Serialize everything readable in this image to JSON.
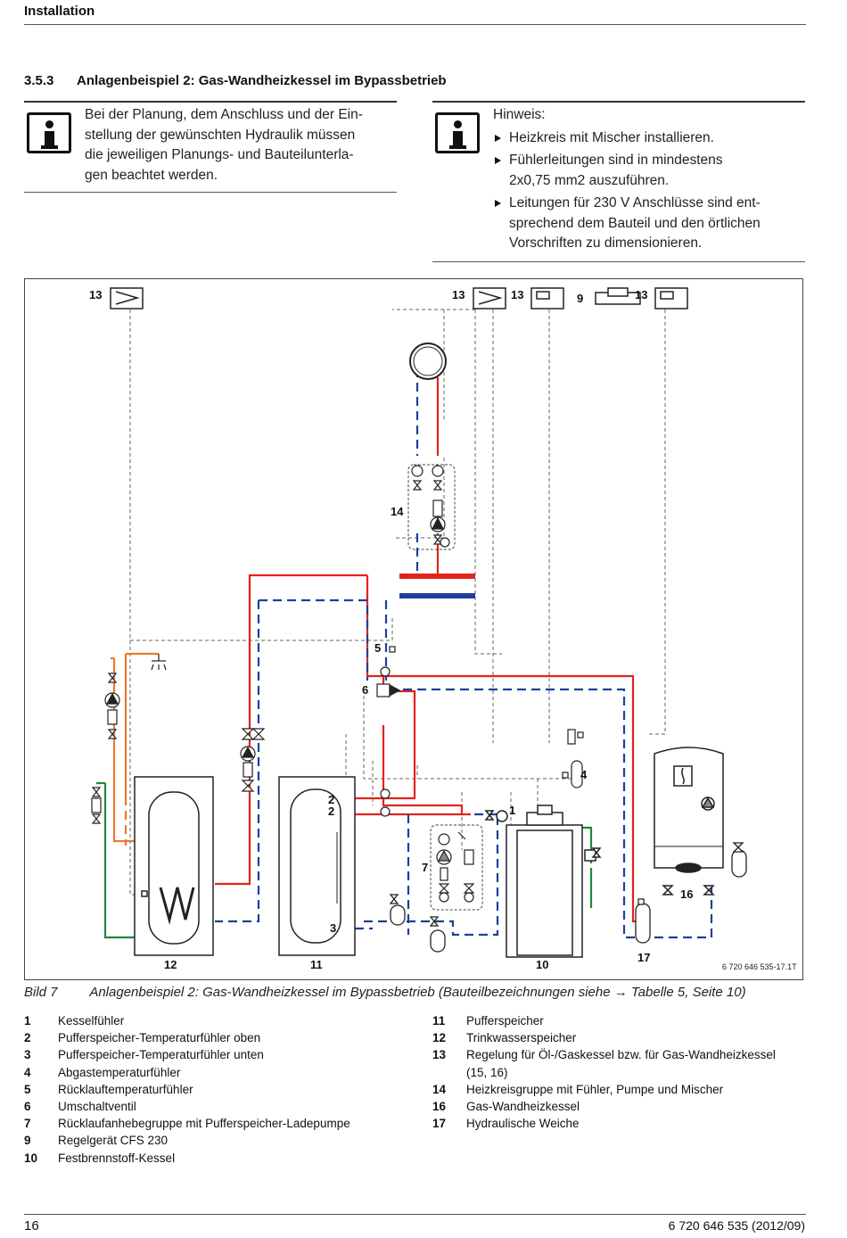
{
  "header": {
    "title": "Installation"
  },
  "section": {
    "number": "3.5.3",
    "title": "Anlagenbeispiel 2: Gas-Wandheizkessel im Bypassbetrieb"
  },
  "note_left": {
    "lines": [
      "Bei der Planung, dem Anschluss und der Ein-",
      "stellung der gewünschten Hydraulik müssen",
      "die jeweiligen Planungs- und Bauteilunterla-",
      "gen beachtet werden."
    ]
  },
  "note_right": {
    "heading": "Hinweis:",
    "bullets": [
      [
        "Heizkreis mit Mischer installieren."
      ],
      [
        "Fühlerleitungen sind in mindestens",
        "2x0,75 mm2 auszuführen."
      ],
      [
        "Leitungen für 230 V Anschlüsse sind ent-",
        "sprechend dem Bauteil und den örtlichen",
        "Vorschriften zu dimensionieren."
      ]
    ]
  },
  "diagram": {
    "labels": {
      "l13a": "13",
      "l13b": "13",
      "l13c": "13",
      "l9": "9",
      "l13d": "13",
      "l14": "14",
      "l5": "5",
      "l6": "6",
      "l4": "4",
      "l2a": "2",
      "l2b": "2",
      "l3": "3",
      "l7": "7",
      "l1": "1",
      "l16": "16",
      "l12": "12",
      "l11": "11",
      "l10": "10",
      "l17": "17"
    },
    "ref_code": "6 720 646 535-17.1T",
    "colors": {
      "flow": "#e3231b",
      "return": "#1e3f9c",
      "dhw_hot": "#e87a2a",
      "cold": "#1e8a3a",
      "signal": "#666666"
    }
  },
  "caption": {
    "label": "Bild 7",
    "text": "Anlagenbeispiel 2: Gas-Wandheizkessel im Bypassbetrieb (Bauteilbezeichnungen siehe → Tabelle  5, Seite 10)"
  },
  "legend_left": [
    {
      "num": "1",
      "text": "Kesselfühler"
    },
    {
      "num": "2",
      "text": "Pufferspeicher-Temperaturfühler oben"
    },
    {
      "num": "3",
      "text": "Pufferspeicher-Temperaturfühler unten"
    },
    {
      "num": "4",
      "text": "Abgastemperaturfühler"
    },
    {
      "num": "5",
      "text": "Rücklauftemperaturfühler"
    },
    {
      "num": "6",
      "text": "Umschaltventil"
    },
    {
      "num": "7",
      "text": "Rücklaufanhebegruppe mit Pufferspeicher-Ladepumpe"
    },
    {
      "num": "9",
      "text": "Regelgerät CFS 230"
    },
    {
      "num": "10",
      "text": "Festbrennstoff-Kessel"
    }
  ],
  "legend_right": [
    {
      "num": "11",
      "text": "Pufferspeicher"
    },
    {
      "num": "12",
      "text": "Trinkwasserspeicher"
    },
    {
      "num": "13",
      "text": "Regelung für Öl-/Gaskessel bzw. für Gas-Wandheizkessel"
    },
    {
      "num": "",
      "text": "(15, 16)"
    },
    {
      "num": "14",
      "text": "Heizkreisgruppe mit Fühler, Pumpe und Mischer"
    },
    {
      "num": "16",
      "text": "Gas-Wandheizkessel"
    },
    {
      "num": "17",
      "text": "Hydraulische Weiche"
    }
  ],
  "footer": {
    "page": "16",
    "doc": "6 720 646 535 (2012/09)"
  }
}
